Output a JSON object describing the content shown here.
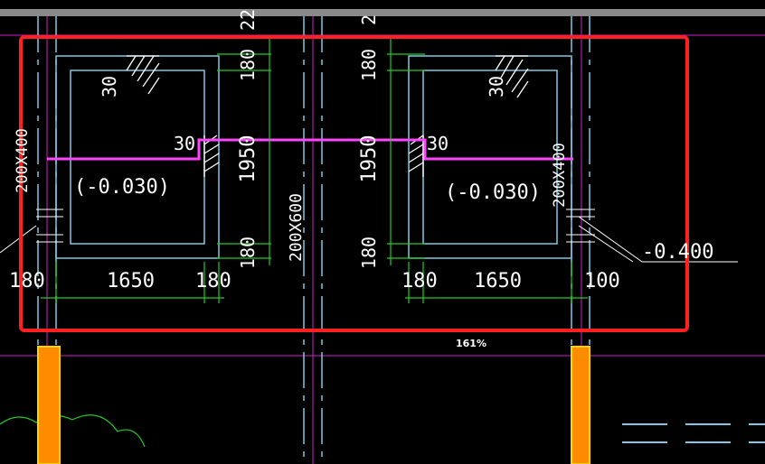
{
  "viewer": {
    "zoom_level": "161%",
    "highlight_color": "#ff2020"
  },
  "colors": {
    "background": "#000000",
    "wall_outline": "#7ec8e3",
    "axis_grid": "#cc22cc",
    "dimension": "#22cc22",
    "text": "#ffffff",
    "step_line": "#ff44ff",
    "column_fill": "#ff8c00"
  },
  "labels": {
    "left_top_30": "30",
    "left_beam_section": "200X400",
    "left_elevation": "(-0.030)",
    "left_step_30": "30",
    "center_left_top": "22",
    "center_left_180_top": "180",
    "center_left_1950": "1950",
    "center_left_180_bottom": "180",
    "center_beam_section": "200X600",
    "center_right_top": "2",
    "center_right_180_top": "180",
    "center_right_1950": "1950",
    "center_right_180_bottom": "180",
    "right_top_30": "30",
    "right_step_30": "30",
    "right_beam_section": "200X400",
    "right_elevation": "(-0.030)",
    "right_level": "-0.400",
    "bottom_left_180": "180",
    "bottom_left_1650": "1650",
    "bottom_left_180_b": "180",
    "bottom_right_180": "180",
    "bottom_right_1650": "1650",
    "bottom_right_100": "100"
  }
}
